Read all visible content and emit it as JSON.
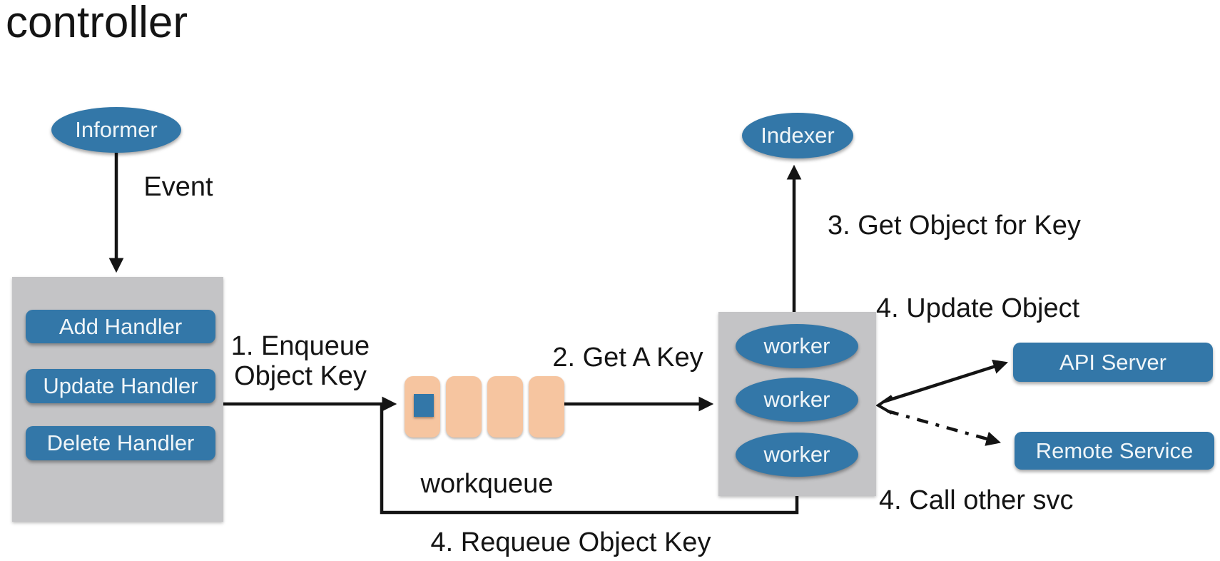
{
  "title": "controller",
  "colors": {
    "blue": "#3377A8",
    "peach": "#F6C5A0",
    "gray": "#C4C4C6",
    "ink": "#141414",
    "shape_text": "#EFF5F8"
  },
  "nodes": {
    "informer": "Informer",
    "indexer": "Indexer",
    "handlers": [
      "Add Handler",
      "Update Handler",
      "Delete Handler"
    ],
    "workers": [
      "worker",
      "worker",
      "worker"
    ],
    "api_server": "API Server",
    "remote_service": "Remote Service"
  },
  "workqueue": {
    "label": "workqueue",
    "cell_count": 4,
    "queued_key_cell": 1
  },
  "edges": {
    "event": "Event",
    "enqueue_line1": "1. Enqueue",
    "enqueue_line2": "Object Key",
    "get_key": "2. Get A Key",
    "get_object": "3. Get Object for Key",
    "update_object": "4. Update Object",
    "call_other_svc": "4. Call other svc",
    "requeue": "4. Requeue Object Key"
  }
}
